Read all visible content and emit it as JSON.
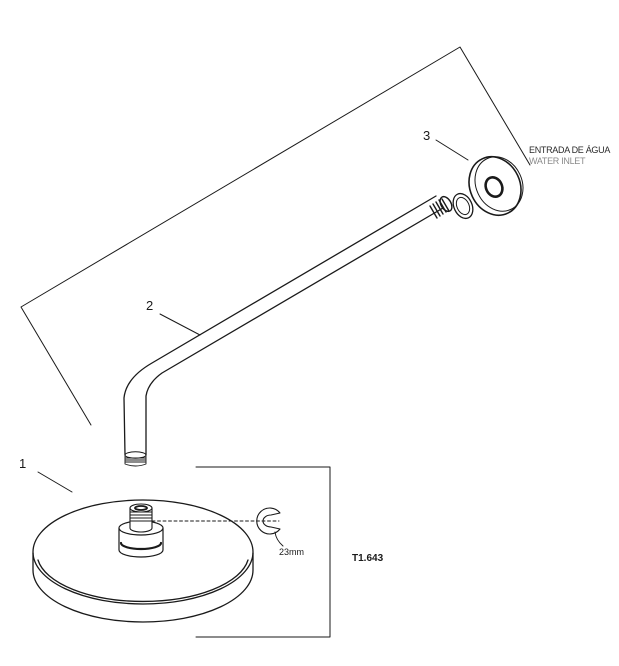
{
  "callouts": {
    "shower_head": "1",
    "shower_arm": "2",
    "wall_flange": "3"
  },
  "inlet": {
    "label_pt": "ENTRADA DE ÁGUA",
    "label_en": "WATER INLET"
  },
  "wrench_size": "23mm",
  "product_code": "T1.643"
}
